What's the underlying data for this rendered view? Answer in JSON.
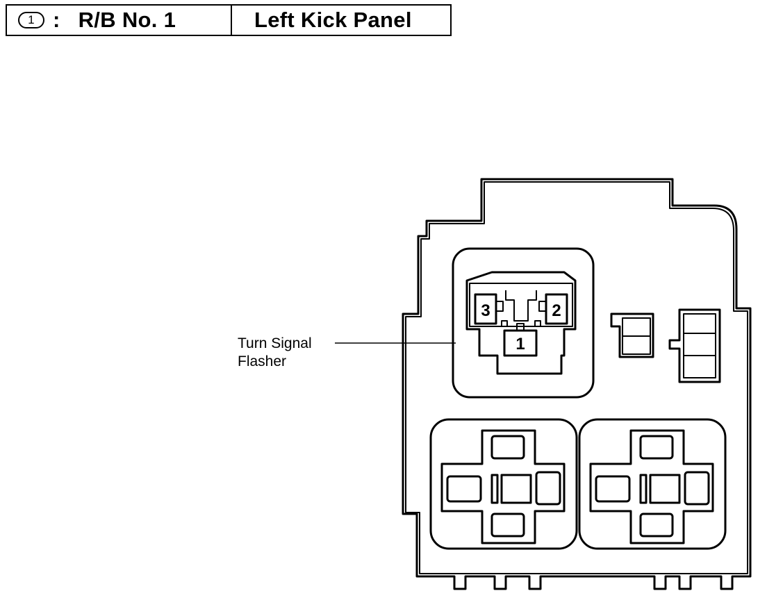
{
  "header": {
    "badge": "1",
    "separator": ":",
    "block_name": "R/B No. 1",
    "location": "Left Kick Panel"
  },
  "callout": {
    "line1": "Turn Signal",
    "line2": "Flasher"
  },
  "terminals": {
    "t1": "1",
    "t2": "2",
    "t3": "3"
  }
}
